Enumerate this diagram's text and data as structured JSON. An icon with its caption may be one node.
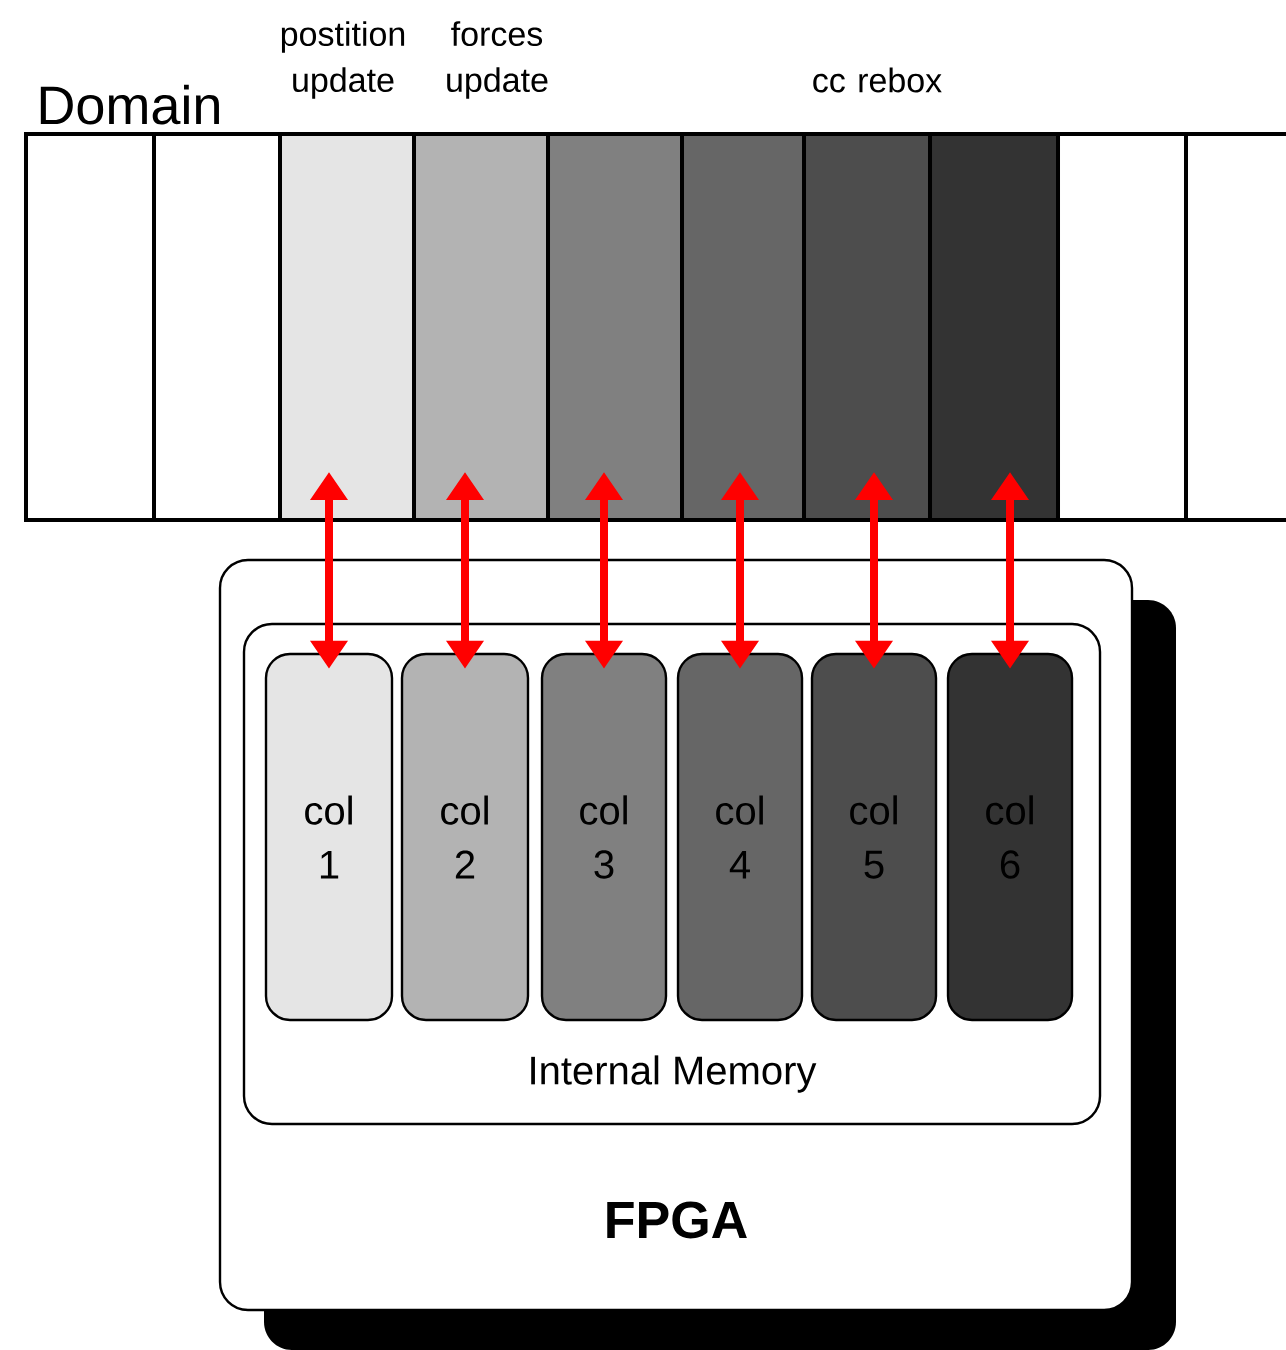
{
  "diagram": {
    "nodes": [
      {
        "text": [],
        "shape": "box"
      },
      {
        "text": [],
        "shape": "box"
      },
      {
        "text": [],
        "shape": "box",
        "beside": [
          "postition update"
        ]
      },
      {
        "text": [],
        "shape": "box",
        "beside": [
          "forces update"
        ]
      },
      {
        "text": [],
        "shape": "box"
      },
      {
        "text": [],
        "shape": "box"
      },
      {
        "text": [],
        "shape": "box",
        "beside": [
          "cc rebox"
        ]
      },
      {
        "text": [],
        "shape": "box"
      },
      {
        "text": [],
        "shape": "box"
      },
      {
        "text": [],
        "shape": "box"
      },
      {
        "text": [
          "FPGA"
        ]
      },
      {
        "text": [
          "Internal Memory"
        ],
        "in": 10
      },
      {
        "text": [
          "col 1"
        ],
        "in": 11
      },
      {
        "text": [
          "col 2"
        ],
        "in": 11
      },
      {
        "text": [
          "col 3"
        ],
        "in": 11
      },
      {
        "text": [
          "col 4"
        ],
        "in": 11
      },
      {
        "text": [
          "col 5"
        ],
        "in": 11
      },
      {
        "text": [
          "col 6"
        ],
        "in": 11
      }
    ],
    "edges": [
      {
        "from": 2,
        "to": 12,
        "arrow": "both"
      },
      {
        "from": 3,
        "to": 13,
        "arrow": "both"
      },
      {
        "from": 4,
        "to": 14,
        "arrow": "both"
      },
      {
        "from": 5,
        "to": 15,
        "arrow": "both"
      },
      {
        "from": 6,
        "to": 16,
        "arrow": "both"
      },
      {
        "from": 7,
        "to": 17,
        "arrow": "both"
      }
    ],
    "labels": [
      "Domain"
    ]
  }
}
